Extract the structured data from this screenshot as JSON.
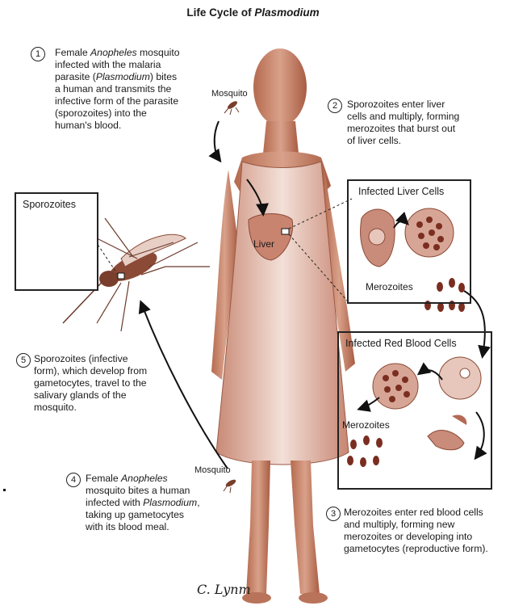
{
  "title": {
    "prefix": "Life Cycle of ",
    "italic": "Plasmodium"
  },
  "labels": {
    "mosquito_top": "Mosquito",
    "mosquito_bottom": "Mosquito",
    "liver": "Liver",
    "sporozoites_box": "Sporozoites",
    "liver_box": "Infected Liver Cells",
    "merozoites_1": "Merozoites",
    "rbc_box": "Infected Red Blood Cells",
    "merozoites_2": "Merozoites",
    "signature": "C. Lynm"
  },
  "steps": [
    {
      "num": "1",
      "lines": [
        "Female Anopheles mosquito",
        "infected with the malaria",
        "parasite (Plasmodium) bites",
        "a human and transmits the",
        "infective form of the parasite",
        "(sporozoites) into the",
        "human's blood."
      ]
    },
    {
      "num": "2",
      "lines": [
        "Sporozoites enter liver",
        "cells and multiply, forming",
        "merozoites that burst out",
        "of liver cells."
      ]
    },
    {
      "num": "3",
      "lines": [
        "Merozoites enter red blood cells",
        "and multiply, forming new",
        "merozoites or developing into",
        "gametocytes (reproductive form)."
      ]
    },
    {
      "num": "4",
      "lines": [
        "Female Anopheles",
        "mosquito bites a human",
        "infected with Plasmodium,",
        "taking up gametocytes",
        "with its blood meal."
      ]
    },
    {
      "num": "5",
      "lines": [
        "Sporozoites (infective",
        "form), which develop from",
        "gametocytes, travel to the",
        "salivary glands of the",
        "mosquito."
      ]
    }
  ]
}
